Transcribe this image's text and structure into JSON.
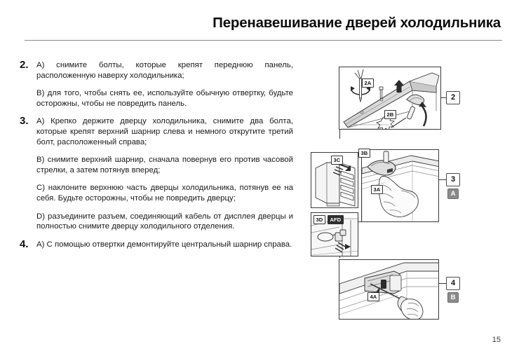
{
  "header": {
    "title": "Перенавешивание дверей холодильника"
  },
  "instructions": [
    {
      "number": "2.",
      "paragraphs": [
        "А) снимите болты, которые крепят переднюю панель, расположенную наверху холодильника;",
        "В) для того, чтобы снять ее, используйте обычную отвертку, будьте осторожны, чтобы не повредить панель."
      ]
    },
    {
      "number": "3.",
      "paragraphs": [
        "А) Крепко держите дверцу холодильника, снимите два болта, которые крепят верхний шарнир слева и немного открутите третий болт, расположенный справа;",
        "В) снимите верхний шарнир, сначала повернув его против часовой стрелки, а затем потянув вперед;",
        "С)   наклоните верхнюю часть дверцы холодильника, потянув ее на себя. Будьте осторожны, чтобы не повредить дверцу;",
        "D) разъедините разъем, соединяющий кабель от дисплея дверцы и полностью снимите дверцу холодильного отделения."
      ]
    },
    {
      "number": "4.",
      "paragraphs": [
        "А) С помощью отвертки демонтируйте центральный шарнир справа."
      ]
    }
  ],
  "figures": {
    "panel2": {
      "marker": "2",
      "tags": {
        "a": "2A",
        "b": "2B"
      }
    },
    "panel3": {
      "marker": "3",
      "marker_letter": "A",
      "tags": {
        "a": "3A",
        "b": "3B",
        "c": "3C",
        "d": "3D",
        "afd": "AFD"
      }
    },
    "panel4": {
      "marker": "4",
      "marker_letter": "B",
      "tags": {
        "a": "4A"
      }
    }
  },
  "footer": {
    "page_number": "15"
  },
  "colors": {
    "ink": "#1a1a1a",
    "rule": "#8a8a8a",
    "frame": "#3a3a3a",
    "marker_letter_bg": "#8b8b8b",
    "shade": "#d8d8d8"
  }
}
